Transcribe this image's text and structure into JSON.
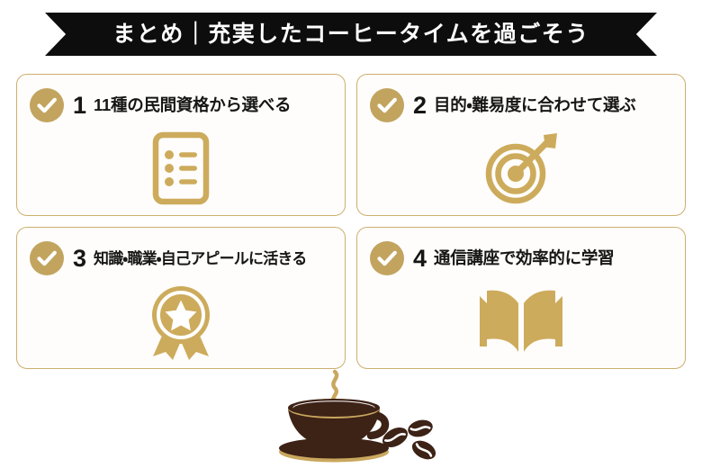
{
  "banner": {
    "title": "まとめ｜充実したコーヒータイムを過ごそう"
  },
  "colors": {
    "banner_bg": "#0d0d0d",
    "banner_text": "#ffffff",
    "gold": "#c2a45f",
    "gold_icon": "#cdab5c",
    "card_border": "#cdaf6e",
    "card_bg": "#fefdfb",
    "page_bg": "#ffffff",
    "coffee_dark": "#3d2216",
    "coffee_gold": "#c9a75e",
    "text_dark": "#161616"
  },
  "cards": [
    {
      "number": "1",
      "text": "11種の民間資格から選べる",
      "check_icon": "check-circle-icon",
      "icon": "checklist-document-icon"
    },
    {
      "number": "2",
      "text": "目的・難易度に合わせて選ぶ",
      "check_icon": "check-circle-icon",
      "icon": "target-arrow-icon"
    },
    {
      "number": "3",
      "text": "知識・職業・自己アピールに活きる",
      "check_icon": "check-circle-icon",
      "icon": "award-ribbon-star-icon"
    },
    {
      "number": "4",
      "text": "通信講座で効率的に学習",
      "check_icon": "check-circle-icon",
      "icon": "open-book-icon"
    }
  ],
  "illustration": {
    "name": "coffee-cup-with-beans-illustration",
    "parts": [
      "steam",
      "cup",
      "saucer",
      "coffee-beans"
    ]
  }
}
